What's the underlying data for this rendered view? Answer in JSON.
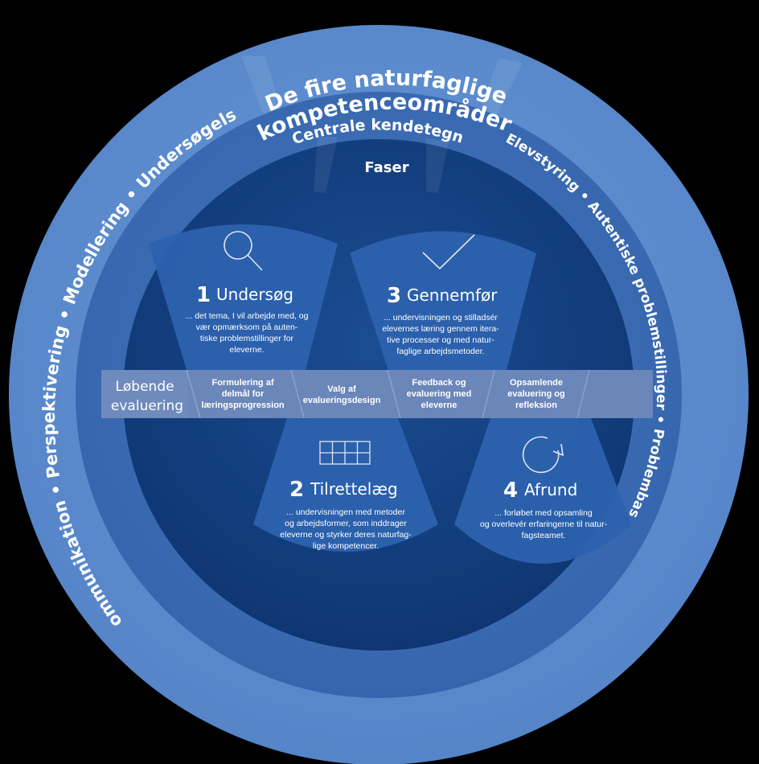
{
  "colors": {
    "background": "#000000",
    "outer_ring": "#5f8fd0",
    "outer_ring_dark": "#4f7fc3",
    "middle_ring": "#3d6db5",
    "inner_disc": "#14407f",
    "shape_fill": "#2a5ea8",
    "band": "#6b86b9",
    "band_dark": "#5674ab"
  },
  "outer_ring": {
    "title_line1": "De fire naturfaglige",
    "title_line2": "kompetenceområder",
    "left_arc_text": "Kommunikation  •  Perspektivering  •  Modellering  •  Undersøgelse"
  },
  "middle_ring": {
    "title": "Centrale kendetegn",
    "right_arc_text": "Elevstyring  •  Autentiske problemstillinger  •  Problembasering"
  },
  "inner": {
    "title": "Faser"
  },
  "phases": [
    {
      "number": "1",
      "name": "Undersøg",
      "icon": "magnifier-icon",
      "desc": [
        "... det tema, I vil arbejde med, og",
        "vær opmærksom på auten-",
        "tiske problemstillinger for",
        "eleverne."
      ]
    },
    {
      "number": "2",
      "name": "Tilrettelæg",
      "icon": "grid-icon",
      "desc": [
        "... undervisningen med metoder",
        "og arbejdsformer, som inddrager",
        "eleverne og styrker deres naturfag-",
        "lige kompetencer."
      ]
    },
    {
      "number": "3",
      "name": "Gennemfør",
      "icon": "checkmark-icon",
      "desc": [
        "... undervisningen og stilladsér",
        "elevernes læring gennem itera-",
        "tive processer og med natur-",
        "faglige arbejdsmetoder."
      ]
    },
    {
      "number": "4",
      "name": "Afrund",
      "icon": "refresh-icon",
      "desc": [
        "... forløbet med opsamling",
        "og overlevér erfaringerne til natur-",
        "fagsteamet."
      ]
    }
  ],
  "evaluation_band": {
    "title_line1": "Løbende",
    "title_line2": "evaluering",
    "segments": [
      [
        "Formulering af",
        "delmål for",
        "læringsprogression"
      ],
      [
        "Valg af",
        "evalueringsdesign"
      ],
      [
        "Feedback og",
        "evaluering med",
        "eleverne"
      ],
      [
        "Opsamlende",
        "evaluering og",
        "refleksion"
      ]
    ]
  }
}
